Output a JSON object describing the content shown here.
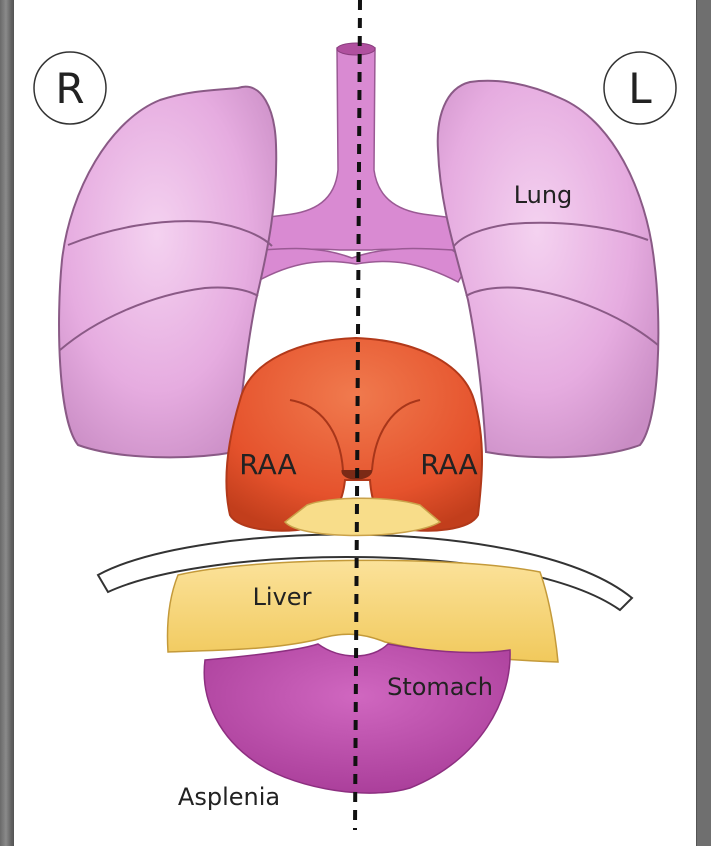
{
  "side_markers": {
    "right": "R",
    "left": "L"
  },
  "labels": {
    "lung": "Lung",
    "atrium_right": "RAA",
    "atrium_left": "RAA",
    "liver": "Liver",
    "stomach": "Stomach",
    "condition": "Asplenia"
  },
  "colors": {
    "lung": "#e8b0e2",
    "lung_stroke": "#8a5a86",
    "heart": "#e8552e",
    "liver": "#f7d677",
    "stomach": "#c04fb0",
    "diaphragm": "#ffffff"
  }
}
